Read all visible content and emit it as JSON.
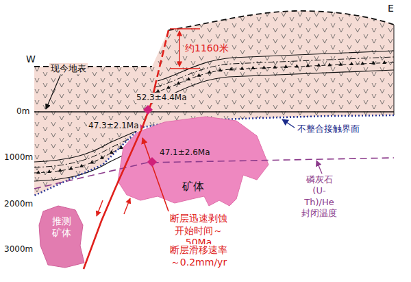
{
  "diagram": {
    "nodes": [
      {
        "text": [
          "矿体"
        ]
      },
      {
        "text": [
          "推测 矿体"
        ]
      }
    ],
    "labels": [
      "E",
      "W",
      "约1160米",
      "现今地表",
      "52.3±4.4Ma",
      "0m",
      "47.3±2.1Ma",
      "47.1±2.6Ma",
      "不整合接触界面",
      "1000m",
      "磷灰石(U-Th)/He 封闭温度",
      "2000m",
      "断层迅速剥蚀 开始时间～50Ma",
      "断层滑移速率 ～0.2mm/yr",
      "3000m"
    ]
  }
}
